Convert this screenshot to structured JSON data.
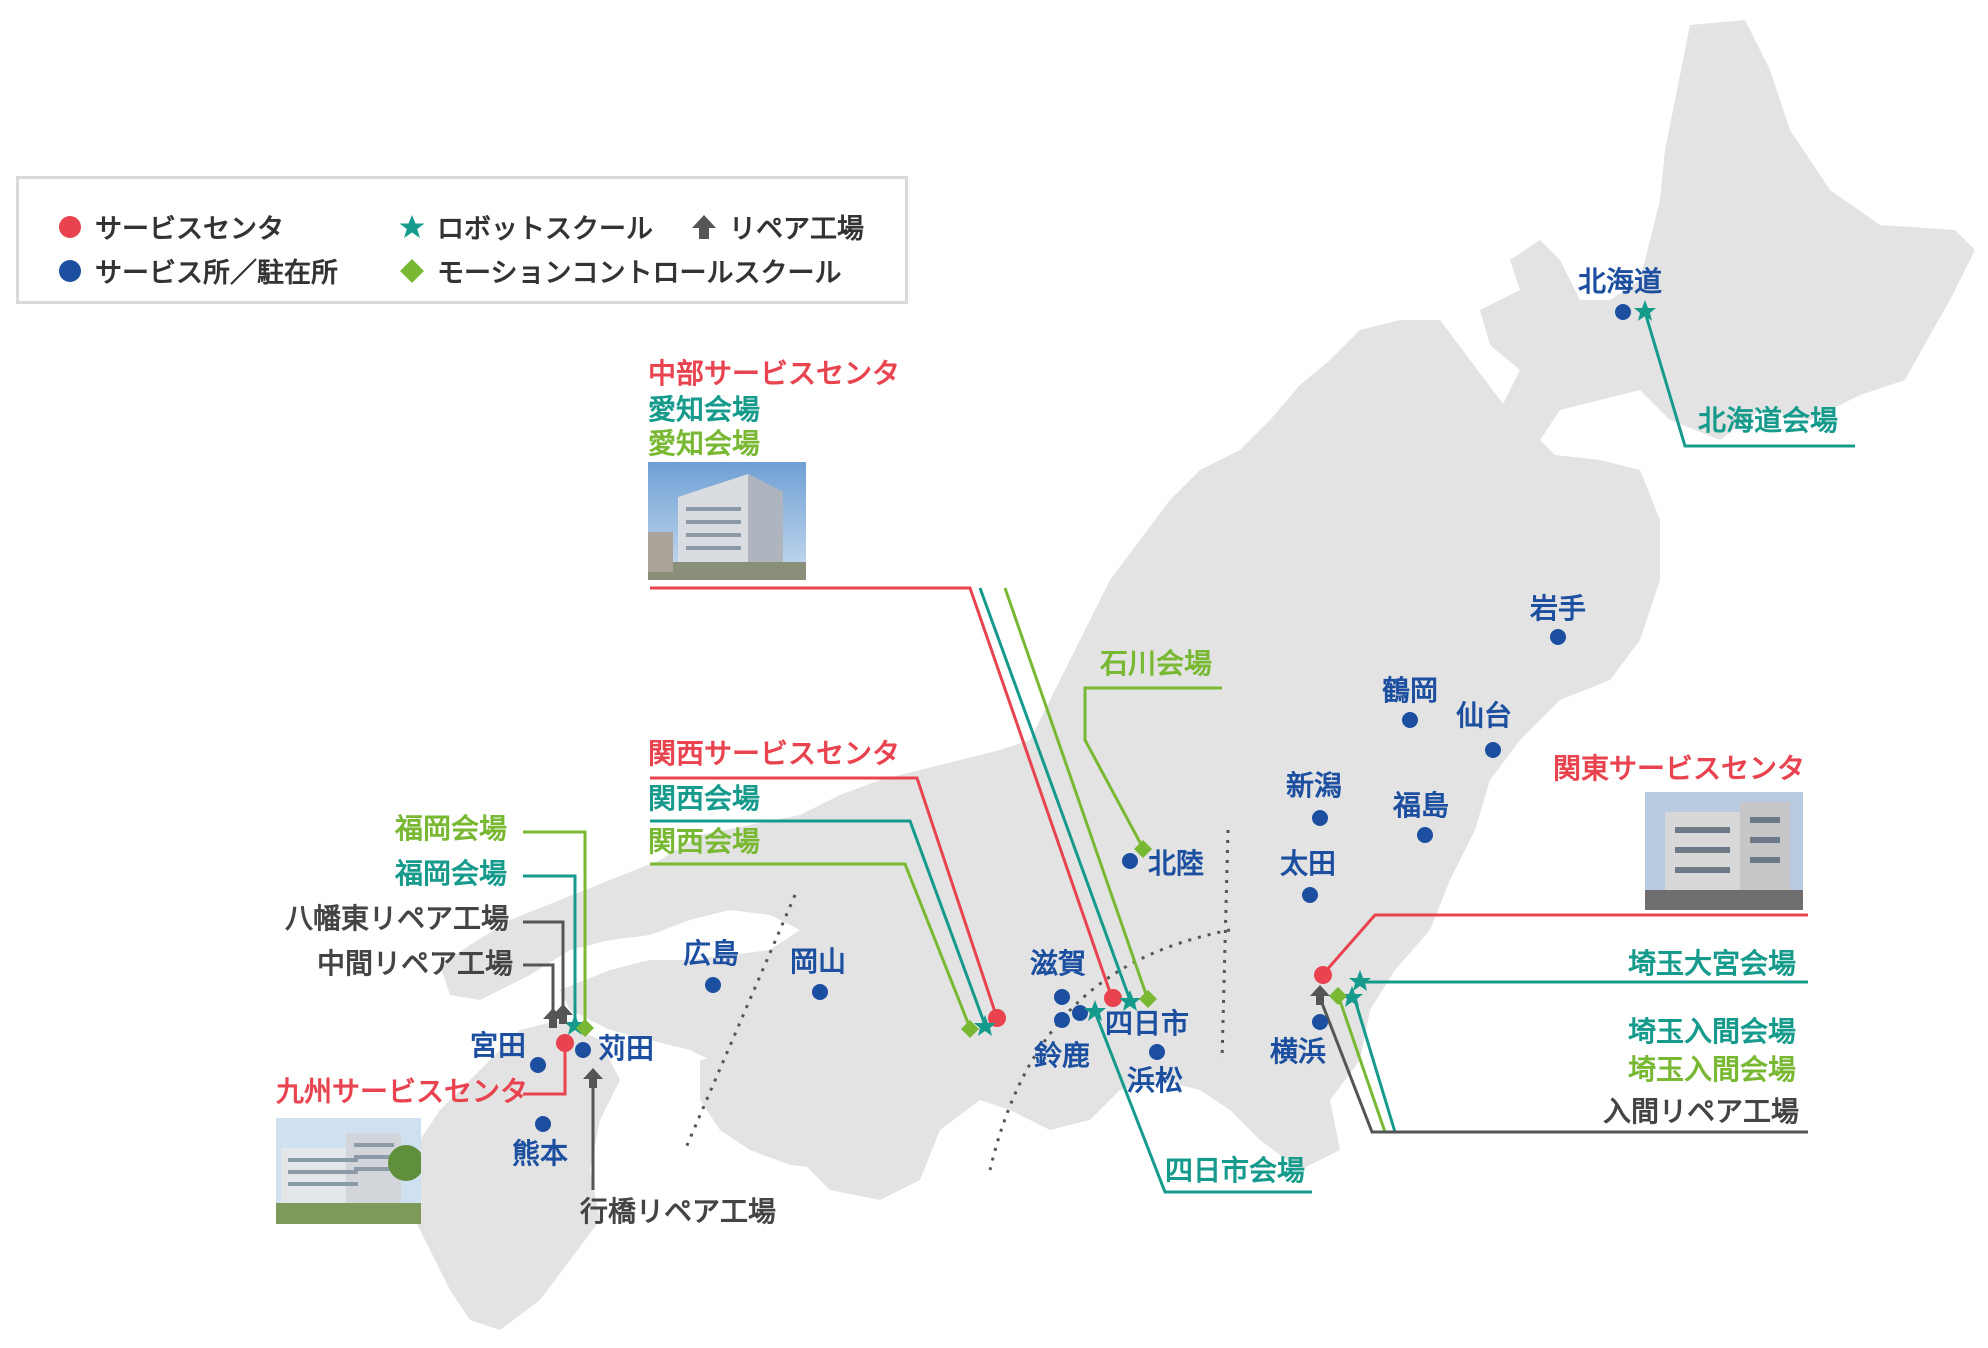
{
  "colors": {
    "service_center": "#e8434f",
    "service_office": "#1d4fa1",
    "robot_school": "#159a8c",
    "motion_school": "#79b833",
    "repair_factory": "#555555",
    "land": "#e3e3e3"
  },
  "legend": {
    "service_center": "サービスセンタ",
    "robot_school": "ロボットスクール",
    "repair_factory": "リペア工場",
    "service_office": "サービス所／駐在所",
    "motion_school": "モーションコントロールスクール"
  },
  "cities": {
    "hokkaido": "北海道",
    "iwate": "岩手",
    "tsuruoka": "鶴岡",
    "sendai": "仙台",
    "niigata": "新潟",
    "fukushima": "福島",
    "ota": "太田",
    "hokuriku": "北陸",
    "shiga": "滋賀",
    "yokkaichi": "四日市",
    "suzuka": "鈴鹿",
    "hamamatsu": "浜松",
    "yokohama": "横浜",
    "hiroshima": "広島",
    "okayama": "岡山",
    "miyata": "宮田",
    "kanda": "苅田",
    "kumamoto": "熊本"
  },
  "callouts": {
    "chubu_center": "中部サービスセンタ",
    "aichi_robot": "愛知会場",
    "aichi_motion": "愛知会場",
    "ishikawa_motion": "石川会場",
    "kansai_center": "関西サービスセンタ",
    "kansai_robot": "関西会場",
    "kansai_motion": "関西会場",
    "fukuoka_motion": "福岡会場",
    "fukuoka_robot": "福岡会場",
    "yahata_repair": "八幡東リペア工場",
    "nakama_repair": "中間リペア工場",
    "kyushu_center": "九州サービスセンタ",
    "yukuhashi_repair": "行橋リペア工場",
    "yokkaichi_robot": "四日市会場",
    "hokkaido_robot": "北海道会場",
    "kanto_center": "関東サービスセンタ",
    "saitama_omiya_robot": "埼玉大宮会場",
    "saitama_iruma_robot": "埼玉入間会場",
    "saitama_iruma_motion": "埼玉入間会場",
    "iruma_repair": "入間リペア工場"
  },
  "icons": {
    "service_center": "red-circle",
    "service_office": "blue-circle",
    "robot_school": "teal-star",
    "motion_school": "green-diamond",
    "repair_factory": "gray-arrow-up"
  }
}
